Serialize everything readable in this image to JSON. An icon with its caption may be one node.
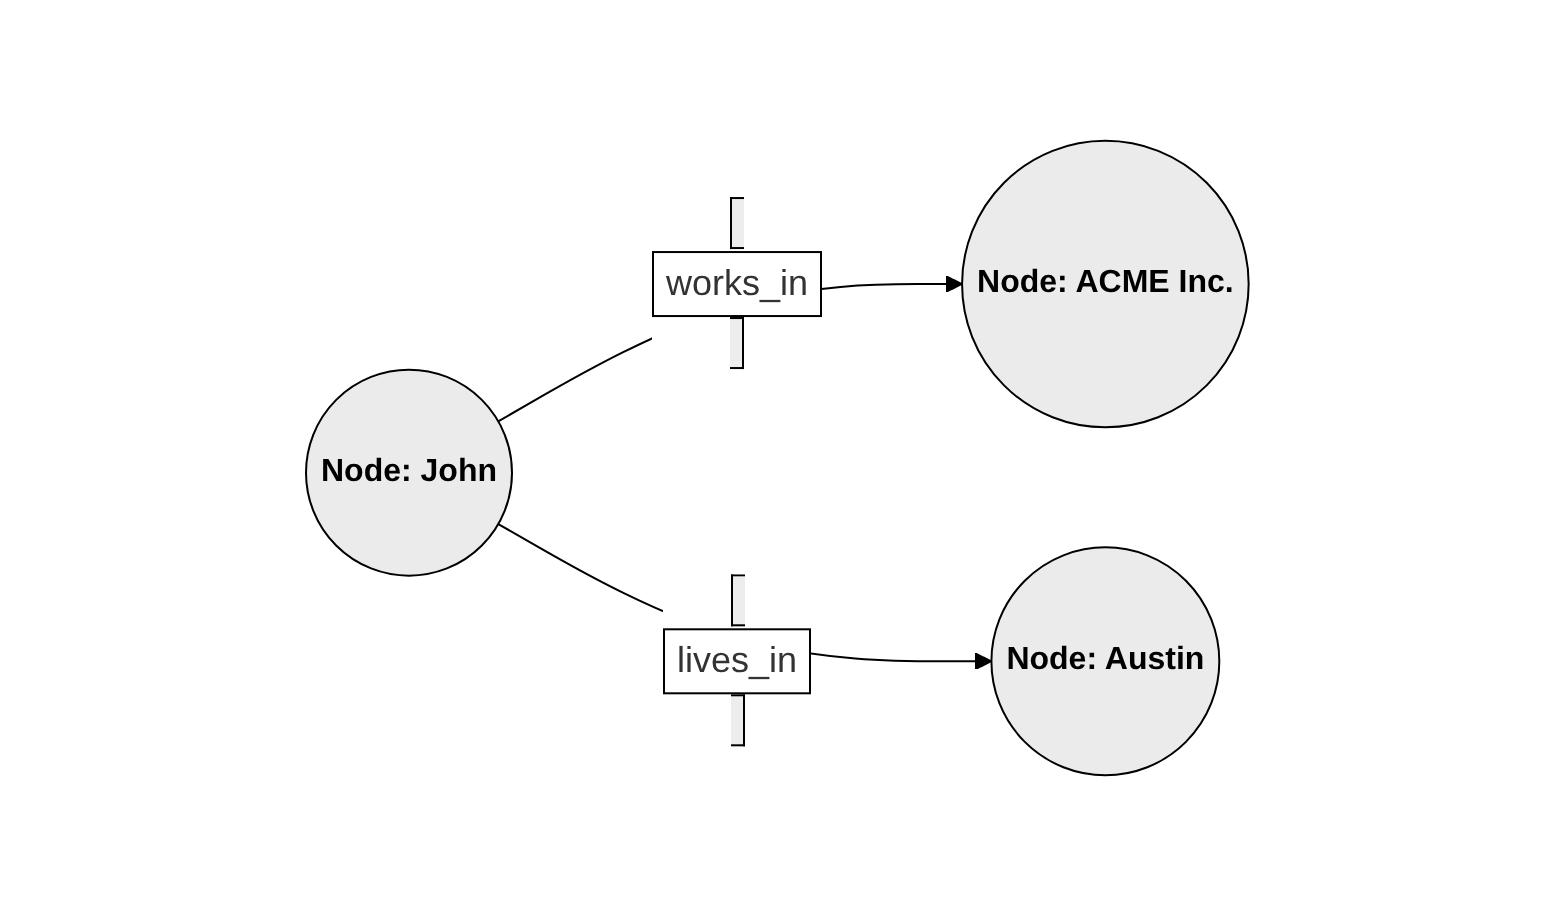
{
  "diagram": {
    "nodes": [
      {
        "text": [
          "Node: John"
        ]
      },
      {
        "text": [
          "Node: ACME Inc."
        ]
      },
      {
        "text": [
          "Node: Austin"
        ]
      }
    ],
    "edges": [
      {
        "from": 0,
        "to": 1,
        "arrow": "to",
        "label": "works_in"
      },
      {
        "from": 0,
        "to": 2,
        "arrow": "to",
        "label": "lives_in"
      }
    ]
  }
}
